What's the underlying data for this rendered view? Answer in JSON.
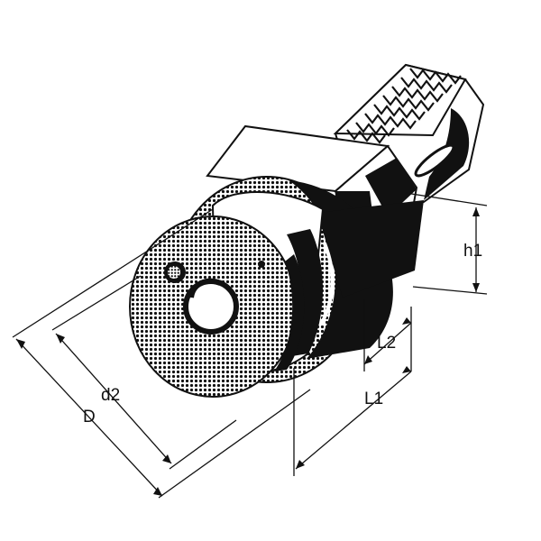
{
  "dimensions": {
    "D": "D",
    "d2": "d2",
    "L1": "L1",
    "L2": "L2",
    "h1": "h1"
  },
  "colors": {
    "ink": "#111111",
    "paper": "#ffffff"
  }
}
